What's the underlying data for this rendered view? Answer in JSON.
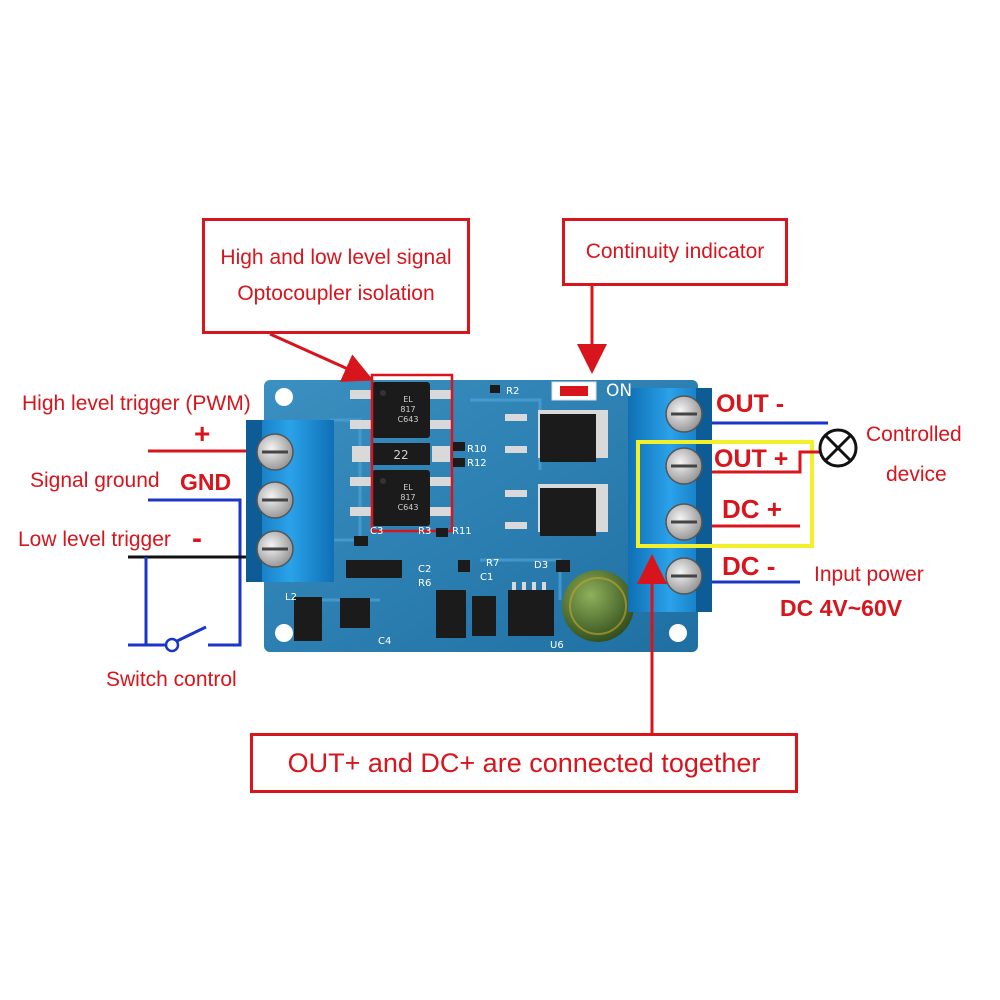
{
  "callouts": {
    "optocoupler": {
      "line1": "High and low level signal",
      "line2": "Optocoupler isolation"
    },
    "indicator": "Continuity indicator",
    "connected": "OUT+ and DC+ are connected together"
  },
  "left_labels": {
    "high_trigger": "High level trigger (PWM)",
    "plus": "+",
    "signal_ground": "Signal ground",
    "gnd": "GND",
    "low_trigger": "Low level trigger",
    "minus": "-",
    "switch_control": "Switch control"
  },
  "right_labels": {
    "out_minus": "OUT -",
    "out_plus": "OUT +",
    "dc_plus": "DC +",
    "dc_minus": "DC -",
    "controlled_line1": "Controlled",
    "controlled_line2": "device",
    "input_power": "Input power",
    "voltage_range": "DC 4V~60V"
  },
  "board": {
    "on_label": "ON",
    "r2": "R2",
    "r10": "R10",
    "r12": "R12",
    "r11": "R11",
    "r3": "R3",
    "c3": "C3",
    "c2": "C2",
    "c1": "C1",
    "c4": "C4",
    "r7": "R7",
    "r6": "R6",
    "d3": "D3",
    "l2": "L2",
    "u6": "U6",
    "opto_top": [
      "EL",
      "817",
      "C643"
    ],
    "opto_bottom": [
      "EL",
      "817",
      "C643"
    ],
    "res_code": "22"
  },
  "colors": {
    "label_red": "#d8141c",
    "wire_blue": "#1a35c8",
    "pcb_blue": "#2e7fb0",
    "terminal_blue": "#1a8fd6",
    "highlight_yellow": "#f2f02a"
  }
}
